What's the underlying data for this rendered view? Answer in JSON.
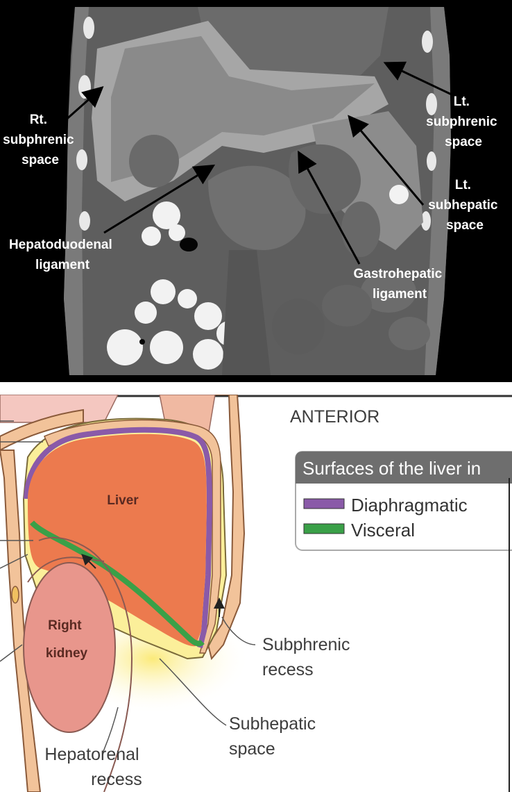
{
  "ct_panel": {
    "labels": {
      "rt_subphrenic": [
        "Rt.",
        "subphrenic",
        "space"
      ],
      "lt_subphrenic": [
        "Lt.",
        "subphrenic",
        "space"
      ],
      "lt_subhepatic": [
        "Lt.",
        "subhepatic",
        "space"
      ],
      "hepatoduodenal": [
        "Hepatoduodenal",
        "ligament"
      ],
      "gastrohepatic": [
        "Gastrohepatic",
        "ligament"
      ]
    }
  },
  "diagram_panel": {
    "orientation": "ANTERIOR",
    "organs": {
      "liver": "Liver",
      "right_kidney": [
        "Right",
        "kidney"
      ]
    },
    "labels": {
      "subphrenic_recess": [
        "Subphrenic",
        "recess"
      ],
      "subhepatic_space": [
        "Subhepatic",
        "space"
      ],
      "hepatorenal_recess": [
        "Hepatorenal",
        "recess"
      ]
    },
    "legend": {
      "title": "Surfaces of the liver in",
      "items": [
        {
          "label": "Diaphragmatic",
          "color": "#8a5aa8"
        },
        {
          "label": "Visceral",
          "color": "#3aa048"
        }
      ]
    },
    "colors": {
      "liver": "#ec7a4e",
      "peritoneal_space": "#fbef9a",
      "kidney": "#e8968c",
      "wall": "#f2c39a",
      "legend_header": "#6e6e6e"
    }
  }
}
